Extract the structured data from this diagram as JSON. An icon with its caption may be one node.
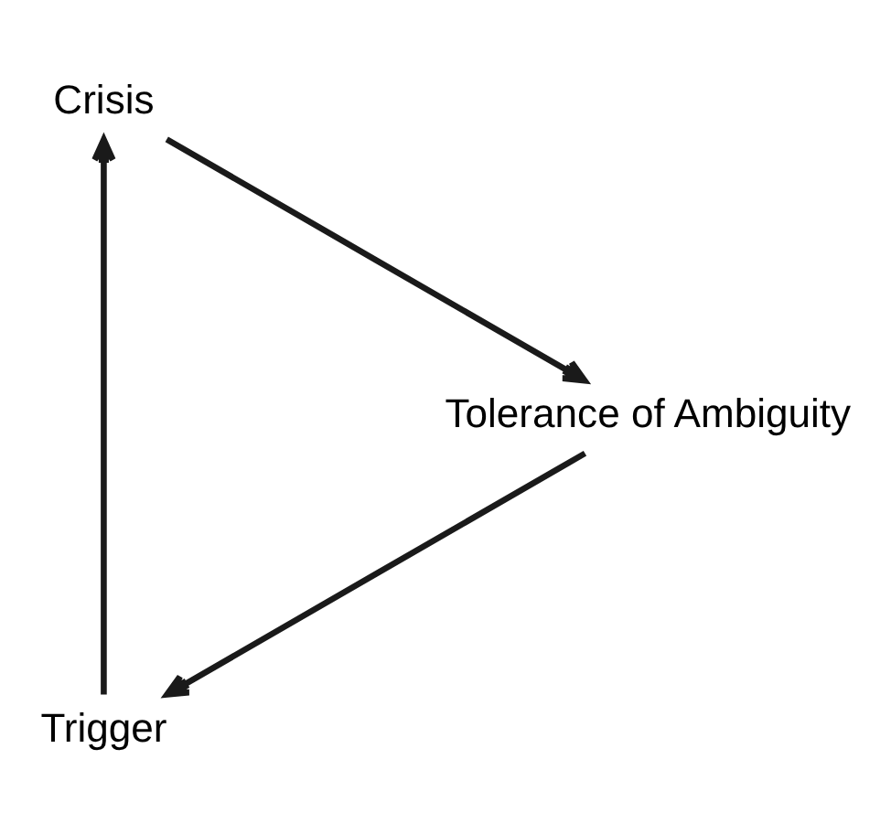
{
  "diagram": {
    "nodes": [
      {
        "text": [
          "Trigger"
        ]
      },
      {
        "text": [
          "Crisis"
        ]
      },
      {
        "text": [
          "Tolerance of Ambiguity"
        ]
      }
    ],
    "edges": [
      {
        "from": 0,
        "to": 1,
        "arrow": "to"
      },
      {
        "from": 1,
        "to": 2,
        "arrow": "to"
      },
      {
        "from": 2,
        "to": 0,
        "arrow": "to"
      }
    ]
  }
}
